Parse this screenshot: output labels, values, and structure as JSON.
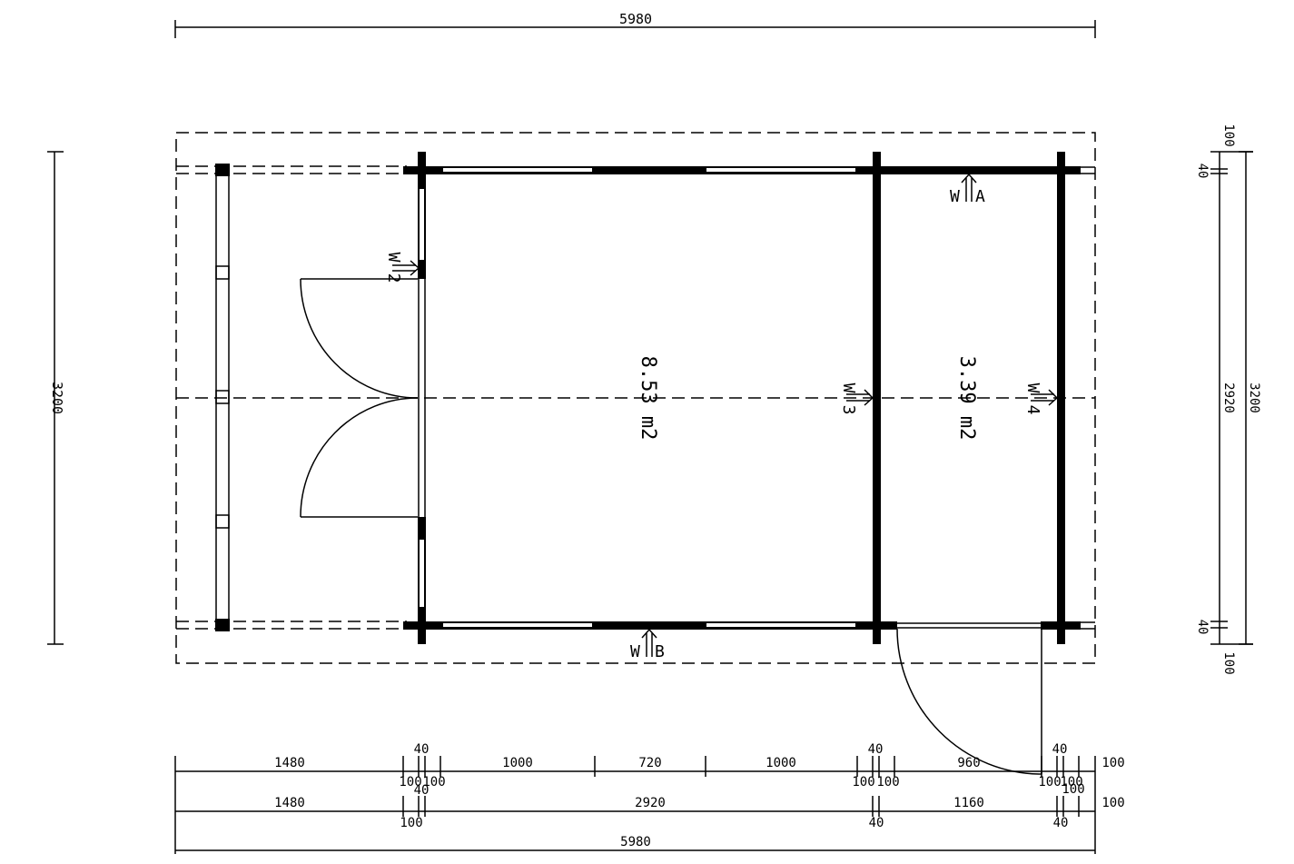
{
  "overall": {
    "top_width": "5980",
    "bottom_width": "5980",
    "left_depth": "3200",
    "right_depth": "3200",
    "right_inner_depth": "2920",
    "right_top_overhang": "100",
    "right_top_wall": "40",
    "right_bottom_wall": "40",
    "right_bottom_overhang": "100"
  },
  "rooms": [
    {
      "area": "8.53 m2"
    },
    {
      "area": "3.39 m2"
    }
  ],
  "wall_markers": [
    {
      "id": "W",
      "suffix": "A"
    },
    {
      "id": "W",
      "suffix": "B"
    },
    {
      "id": "W",
      "suffix": "2"
    },
    {
      "id": "W",
      "suffix": "3"
    },
    {
      "id": "W",
      "suffix": "4"
    }
  ],
  "bottom_dims_row1": [
    "1480",
    "40",
    "1000",
    "720",
    "1000",
    "40",
    "960",
    "40",
    "100"
  ],
  "bottom_dims_row1_small": [
    "100",
    "100",
    "40",
    "100",
    "100",
    "100",
    "100",
    "100"
  ],
  "bottom_dims_row2": [
    "1480",
    "2920",
    "1160",
    "100"
  ],
  "bottom_dims_row2_small": [
    "100",
    "40",
    "40"
  ]
}
